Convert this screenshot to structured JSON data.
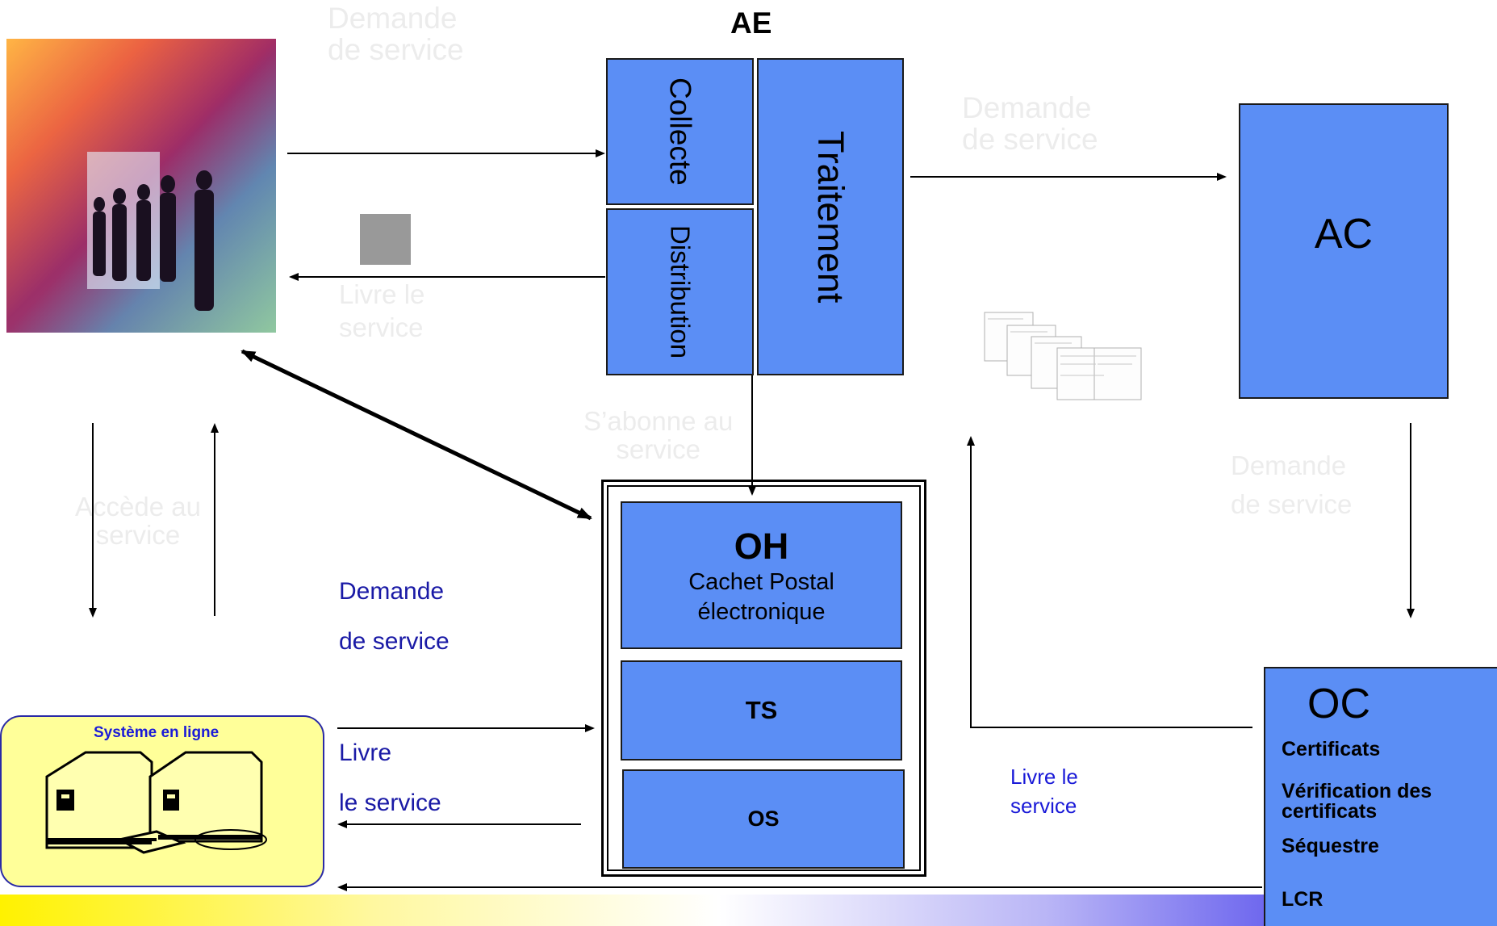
{
  "top": {
    "ae_label": "AE"
  },
  "ghost": {
    "top_request_l1": "Demande",
    "top_request_l2": "de service",
    "mid_request_l1": "Demande",
    "mid_request_l2": "de service",
    "delivers_l1": "Livre le",
    "delivers_l2": "service",
    "subscribe_l1": "S’abonne au",
    "subscribe_l2": "service",
    "access_l1": "Accède au",
    "access_l2": "service",
    "right_request_l1": "Demande",
    "right_request_l2": "de service"
  },
  "ae": {
    "collecte": "Collecte",
    "distribution": "Distribution",
    "traitement": "Traitement"
  },
  "ac": {
    "label": "AC"
  },
  "services": {
    "oh_title": "OH",
    "oh_sub1": "Cachet Postal",
    "oh_sub2": "électronique",
    "ts": "TS",
    "os": "OS"
  },
  "left_labels": {
    "request_l1": "Demande",
    "request_l2": "de service",
    "deliver_l1": "Livre",
    "deliver_l2": "le service"
  },
  "online_system": {
    "label": "Système en ligne"
  },
  "oc": {
    "title": "OC",
    "items": [
      "Certificats",
      "Vérification des certificats",
      "Séquestre",
      "LCR"
    ]
  },
  "right_deliver": {
    "l1": "Livre le",
    "l2": "service"
  },
  "colors": {
    "box_blue": "#5b8ef5",
    "navy_text": "#1a1aa6",
    "online_bg": "#ffff99"
  }
}
